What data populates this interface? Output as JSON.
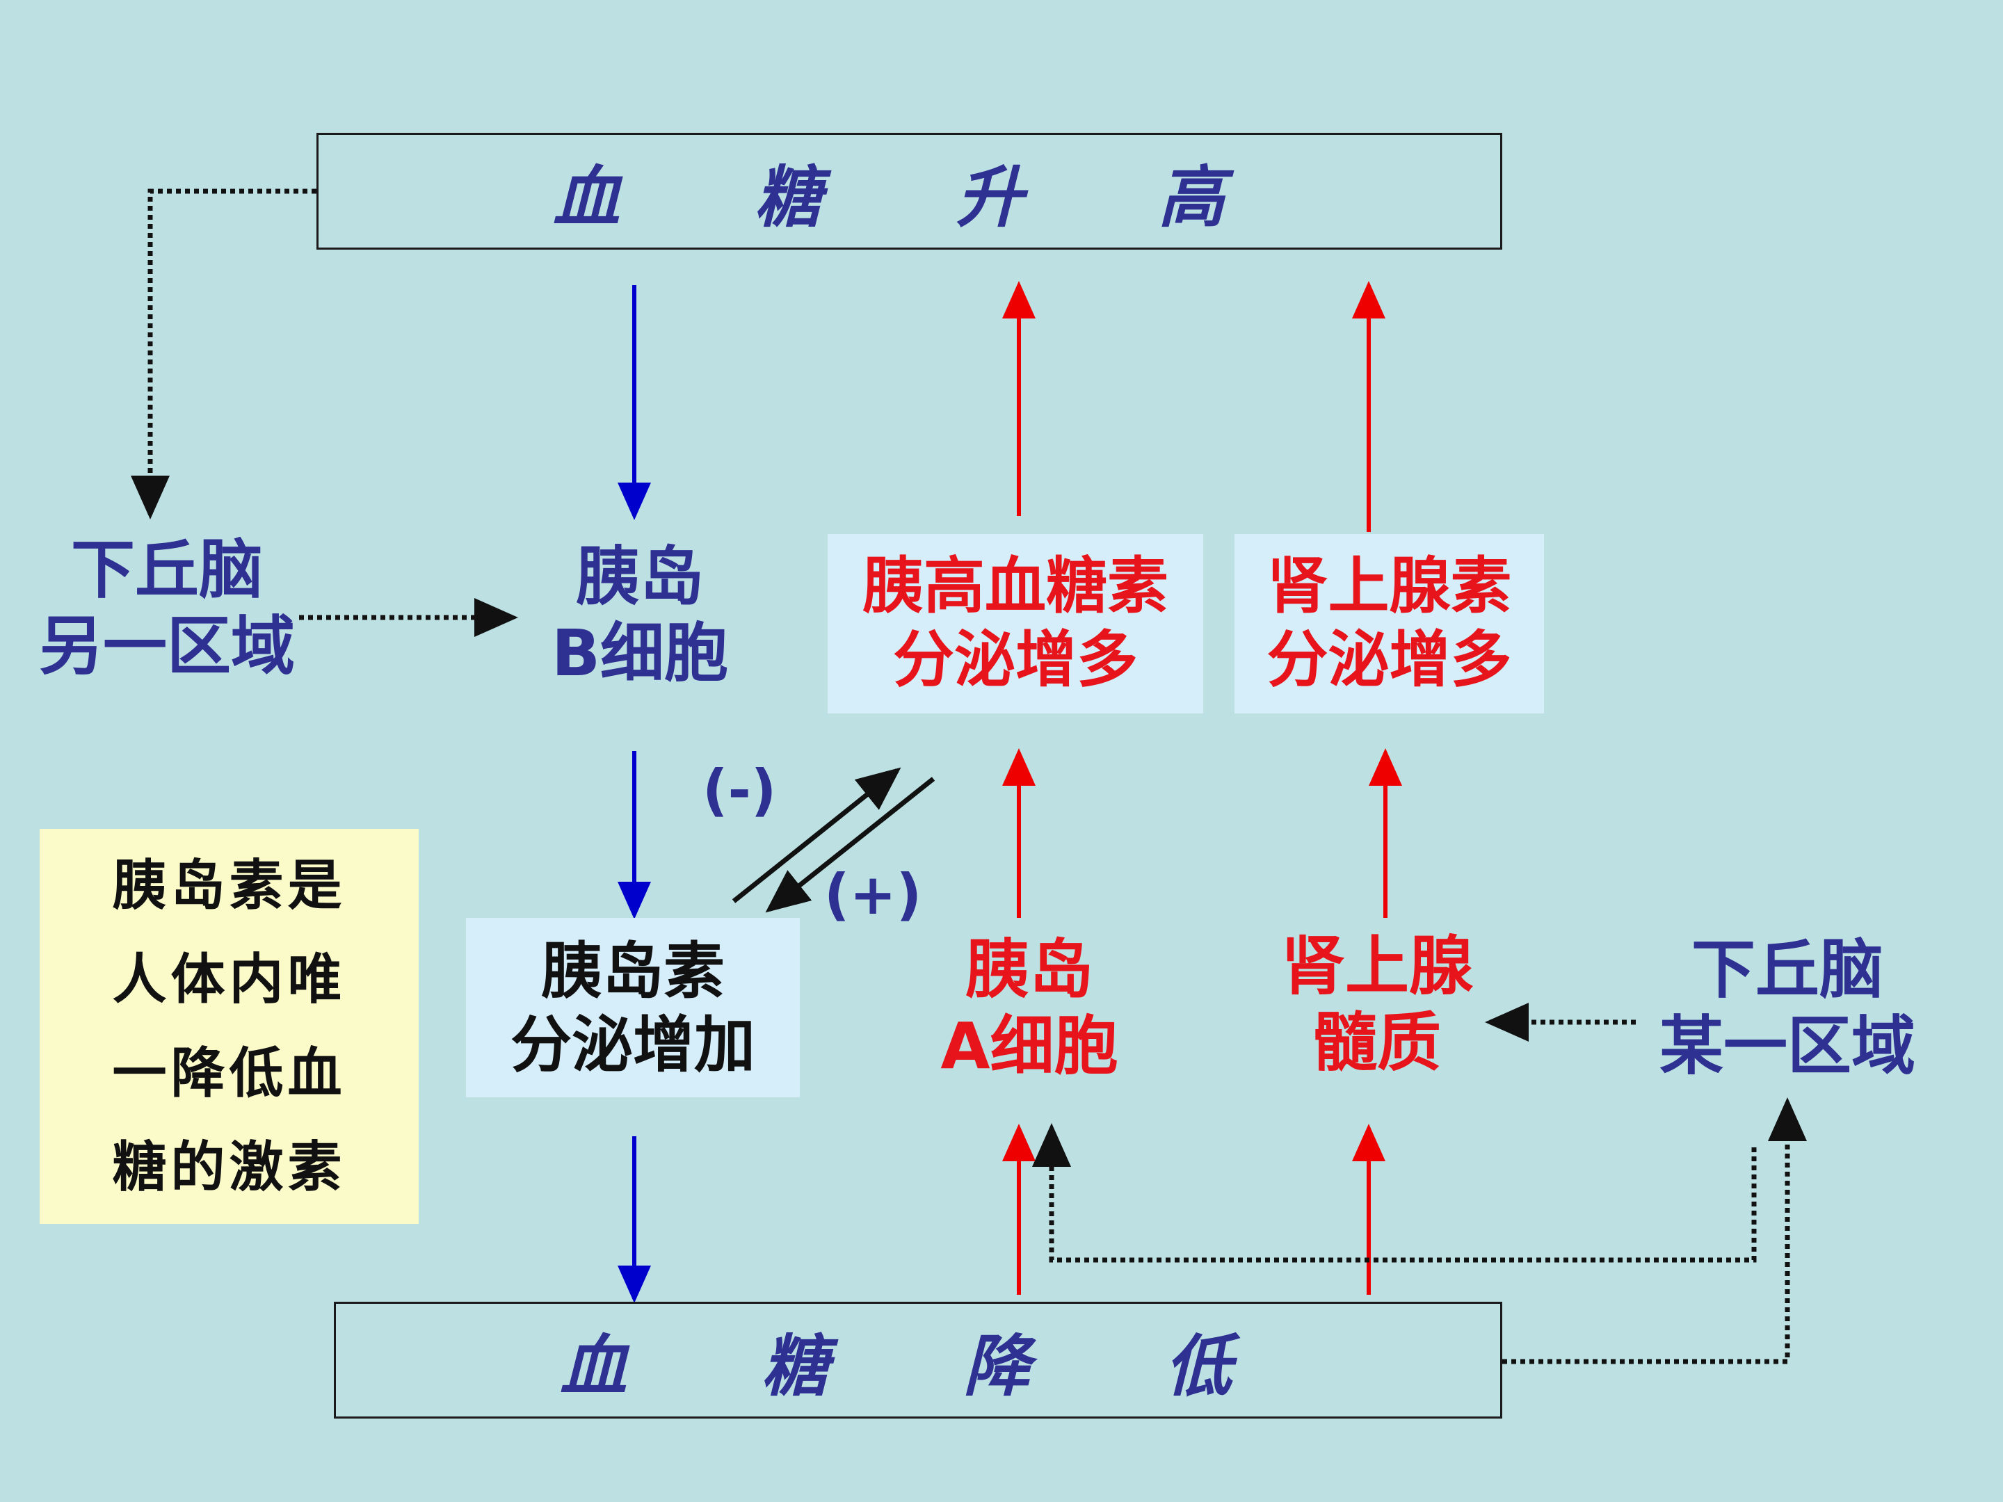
{
  "top_bar": {
    "chars": [
      "血",
      "糖",
      "升",
      "高"
    ]
  },
  "bottom_bar": {
    "chars": [
      "血",
      "糖",
      "降",
      "低"
    ]
  },
  "nodes": {
    "hypothalamus_other": {
      "line1": "下丘脑",
      "line2": "另一区域"
    },
    "islet_b": {
      "line1": "胰岛",
      "line2": "B细胞"
    },
    "glucagon_up": {
      "line1": "胰高血糖素",
      "line2": "分泌增多"
    },
    "adrenaline_up": {
      "line1": "肾上腺素",
      "line2": "分泌增多"
    },
    "insulin_up": {
      "line1": "胰岛素",
      "line2": "分泌增加"
    },
    "islet_a": {
      "line1": "胰岛",
      "line2": "A细胞"
    },
    "adrenal_medulla": {
      "line1": "肾上腺",
      "line2": "髓质"
    },
    "hypothalamus_certain": {
      "line1": "下丘脑",
      "line2": "某一区域"
    }
  },
  "signs": {
    "minus": "(-)",
    "plus": "(+)"
  },
  "note": {
    "lines": [
      "胰岛素是",
      "人体内唯",
      "一降低血",
      "糖的激素"
    ]
  },
  "colors": {
    "background": "#bde1e3",
    "blue_arrow": "#0000cc",
    "red_arrow": "#ee0000",
    "text_blue": "#2e3192",
    "text_red": "#e8141b",
    "panel": "#d6eefa",
    "note_bg": "#fbfbc9"
  }
}
